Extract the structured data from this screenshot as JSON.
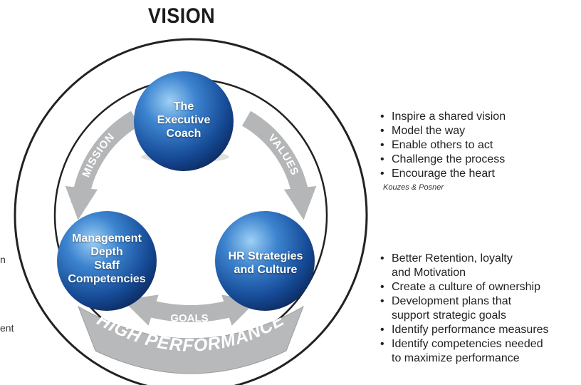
{
  "title": "VISION",
  "nodes": {
    "executive_coach": [
      "The",
      "Executive",
      "Coach"
    ],
    "management": [
      "Management",
      "Depth",
      "Staff",
      "Competencies"
    ],
    "hr": [
      "HR Strategies",
      "and Culture"
    ]
  },
  "arrows": {
    "mission": "MISSION",
    "values": "VALUES",
    "goals": "GOALS",
    "high_performance": "HIGH PERFORMANCE"
  },
  "leadership_list": [
    "Inspire a shared vision",
    "Model the way",
    "Enable others to act",
    "Challenge the process",
    "Encourage the heart"
  ],
  "citation": "Kouzes & Posner",
  "benefits_list": [
    [
      "Better Retention, loyalty",
      "and Motivation"
    ],
    [
      "Create a culture of ownership"
    ],
    [
      "Development plans that",
      "support strategic goals"
    ],
    [
      "Identify performance measures"
    ],
    [
      "Identify competencies needed",
      "to maximize performance"
    ]
  ],
  "edge_fragments": [
    "n",
    "ent"
  ],
  "colors": {
    "sphere_blue": "#1a4f9c",
    "sphere_highlight": "#8fc6f2",
    "arrow_gray": "#b4b6b8",
    "ring_stroke": "#222222"
  }
}
